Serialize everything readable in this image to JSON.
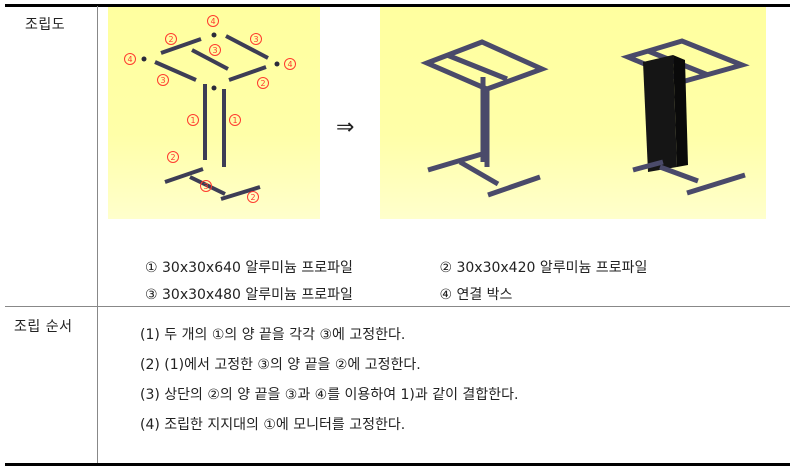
{
  "table": {
    "rows": [
      {
        "label": "조립도",
        "parts_figure": {
          "callouts": {
            "top": [
              "④",
              "②",
              "③",
              "③",
              "④",
              "④",
              "③",
              "②"
            ],
            "middle": [
              "①",
              "①"
            ],
            "bottom": [
              "②",
              "③",
              "②"
            ]
          },
          "colors": {
            "panel_bg": "#ffffa0",
            "bar": "#3d3d55",
            "callout": "#ff3b2f"
          }
        },
        "arrow_symbol": "⇒",
        "assembled_figures": [
          "frame-only",
          "frame-with-monitor"
        ],
        "legend": [
          {
            "mark": "①",
            "text": "30x30x640 알루미늄 프로파일"
          },
          {
            "mark": "②",
            "text": "30x30x420 알루미늄 프로파일"
          },
          {
            "mark": "③",
            "text": "30x30x480 알루미늄 프로파일"
          },
          {
            "mark": "④",
            "text": "연결 박스"
          }
        ]
      },
      {
        "label": "조립 순서",
        "steps": [
          "(1) 두 개의 ①의 양 끝을 각각 ③에 고정한다.",
          "(2) (1)에서 고정한 ③의 양 끝을 ②에 고정한다.",
          "(3) 상단의 ②의 양 끝을 ③과 ④를 이용하여 1)과 같이 결합한다.",
          "(4) 조립한 지지대의 ①에 모니터를 고정한다."
        ]
      }
    ]
  }
}
